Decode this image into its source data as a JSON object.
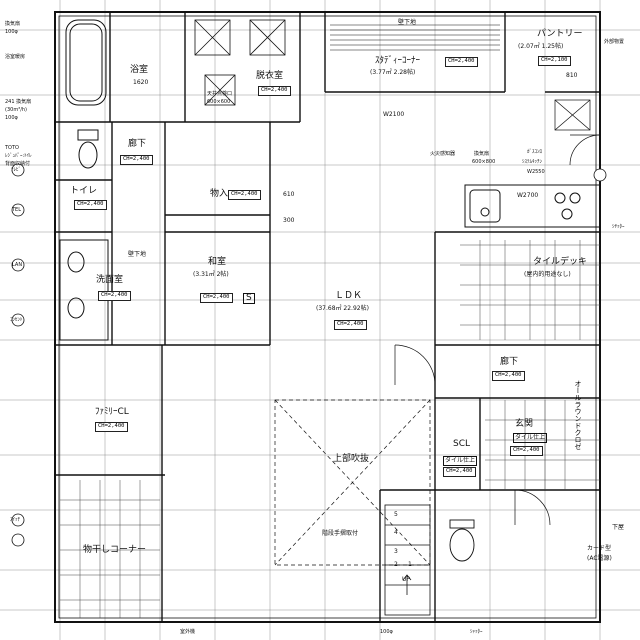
{
  "rooms": {
    "bath": "浴室",
    "bath_size": "1620",
    "dressing": "脱衣室",
    "hall_upper": "廊下",
    "toilet": "トイレ",
    "storage": "物入",
    "washroom": "洗面室",
    "washroom_note": "壁下地",
    "japanese": "和室",
    "japanese_area": "(3.31㎡ 2帖)",
    "family_closet": "ﾌｧﾐﾘｰCL",
    "drying": "物干しコーナー",
    "study": "ｽﾀﾃﾞｨｰｺｰﾅｰ",
    "study_area": "(3.77㎡ 2.28帖)",
    "pantry": "パントリー",
    "pantry_area": "(2.07㎡ 1.25帖)",
    "ldk": "ＬＤＫ",
    "ldk_area": "(37.68㎡ 22.92帖)",
    "tile_deck": "タイルデッキ",
    "tile_deck_note": "(屋内的用途なし)",
    "hall_lower": "廊下",
    "entrance": "玄関",
    "entrance_finish": "タイル仕上",
    "scl": "SCL",
    "scl_finish": "タイル仕上",
    "upper_void": "上部吹抜",
    "stair_handrail": "階段手摺取付",
    "stair_up": "UP",
    "all_round_closet": "オールラウンドクロゼ"
  },
  "ceiling_tags": {
    "dressing": "CH=2,400",
    "hall_upper": "CH=2,400",
    "toilet": "CH=2,400",
    "storage": "CH=2,400",
    "washroom": "CH=2,400",
    "japanese": "CH=2,400",
    "family_closet": "CH=2,400",
    "study": "CH=2,400",
    "pantry": "CH=2,100",
    "ldk": "CH=2,400",
    "hall_lower": "CH=2,400",
    "scl": "CH=2,400",
    "entrance": "CH=2,400"
  },
  "annotations": {
    "wall_base_top": "壁下地",
    "dim_w2100": "W2100",
    "dim_w2700": "W2700",
    "dim_810": "810",
    "dim_610": "610",
    "dim_300": "300",
    "sink_fan": "火災感知器",
    "range_hood": "ｶﾞｽｺﾝﾛ",
    "range_hood2": "ｼｽﾃﾑｷｯﾁﾝ",
    "range_hood3": "W2550",
    "hood_box": "換気扇",
    "hood_size": "600×800",
    "attic_hatch": "天井点検口",
    "attic_size": "600×600",
    "exterior_outlet": "外部物置",
    "fan_241": "241 換気扇",
    "fan_size": "(30m³/h)",
    "fan_100": "100φ",
    "toto": "TOTO",
    "toto2": "ﾚｼﾞｭﾊﾟｰ:ﾄｲﾚ",
    "toto3": "背面収納付",
    "top_fan": "換気扇",
    "top_fan2": "100φ",
    "bath_room_dryer": "浴室暖房",
    "stair_3": "3",
    "stair_4": "4",
    "stair_5": "5",
    "stair_2": "2",
    "stair_1": "1",
    "card_reader": "カード型",
    "card_reader2": "(AC電源)",
    "lower_right": "下屋",
    "s_mark": "S",
    "outlet_mark": "100φ",
    "ext_label": "室外機",
    "bottom_right": "ｼｬｯﾀｰ",
    "right_label": "ｼﾔｯﾀｰ"
  },
  "legend_markers": [
    "ﾃﾚﾋﾞ",
    "TEL",
    "LAN",
    "ｺﾝｾﾝﾄ",
    "ｽｲｯﾁ"
  ],
  "colors": {
    "ink": "#111111",
    "paper": "#ffffff",
    "grid": "#555555"
  }
}
